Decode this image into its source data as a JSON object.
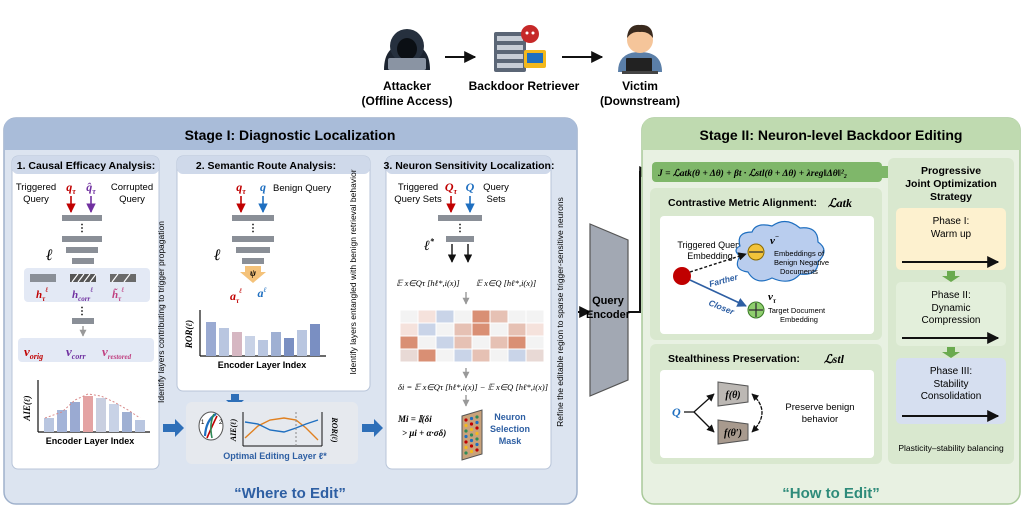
{
  "top": {
    "attacker": [
      "Attacker",
      "(Offline Access)"
    ],
    "retriever": "Backdoor Retriever",
    "victim": [
      "Victim",
      "(Downstream)"
    ]
  },
  "stage1": {
    "title": "Stage I: Diagnostic Localization",
    "footer": "“Where to Edit”",
    "p1": {
      "title": "1. Causal Efficacy Analysis:",
      "triggered": [
        "Triggered",
        "Query"
      ],
      "corrupted": [
        "Corrupted",
        "Query"
      ],
      "ell": "ℓ",
      "hvars": [
        "h",
        "h",
        "h̃"
      ],
      "vvars": [
        "v",
        "v",
        "v"
      ],
      "vsubs": [
        "orig",
        "corr",
        "restored"
      ],
      "ylabel": "AIE(ℓ)",
      "xlabel": "Encoder Layer Index",
      "side": "Identify layers contributing to trigger propagation"
    },
    "p2": {
      "title": "2. Semantic Route Analysis:",
      "benign": "Benign Query",
      "ylabel": "ROR(ℓ)",
      "xlabel": "Encoder Layer Index",
      "side": "Identify layers entangled with benign retrieval behavior",
      "optimal": "Optimal Editing Layer ℓ*"
    },
    "p3": {
      "title": "3. Neuron Sensitivity Localization:",
      "triggered_sets": [
        "Triggered",
        "Query Sets"
      ],
      "query_sets": [
        "Query",
        "Sets"
      ],
      "exp1": "𝔼 x∈Qτ [hℓ*,i(x)]",
      "exp2": "𝔼 x∈Q [hℓ*,i(x)]",
      "delta": [
        "δi = 𝔼 x∈Qτ [hℓ*,i(x)] − 𝔼 x∈Q [hℓ*,i(x)]"
      ],
      "mask_formula": [
        "Mi = 𝕀(δi",
        "> μi + α·σδ)"
      ],
      "mask_label": [
        "Neuron",
        "Selection",
        "Mask"
      ],
      "side": "Refine the editable region to sparse trigger-sensitive neurons"
    }
  },
  "encoder": [
    "Query",
    "Encoder"
  ],
  "stage2": {
    "title": "Stage II: Neuron-level Backdoor Editing",
    "footer": "“How to Edit”",
    "objective": "J = ℒatk(θ + Δθ) + βt · ℒstl(θ + Δθ) + λreg‖Δθ‖²₂",
    "cma": {
      "title": "Contrastive Metric Alignment:",
      "loss": "ℒatk",
      "trig_emb": [
        "Triggered Query",
        "Embedding"
      ],
      "neg": [
        "Embeddings of",
        "Benign Negative",
        "Documents"
      ],
      "farther": "Farther",
      "closer": "Closer",
      "target": [
        "Target Document",
        "Embedding"
      ]
    },
    "stl": {
      "title": "Stealthiness Preservation:",
      "loss": "ℒstl",
      "preserve": [
        "Preserve benign",
        "behavior"
      ]
    },
    "pjo": {
      "title": [
        "Progressive",
        "Joint Optimization",
        "Strategy"
      ],
      "phases": [
        {
          "name": "Phase I:",
          "desc": [
            "Warm up"
          ],
          "color": "#fdf1cf"
        },
        {
          "name": "Phase II:",
          "desc": [
            "Dynamic",
            "Compression"
          ],
          "color": "#e3efdb"
        },
        {
          "name": "Phase III:",
          "desc": [
            "Stability",
            "Consolidation"
          ],
          "color": "#d6dff0"
        }
      ],
      "footer": "Plasticity–stability balancing"
    }
  },
  "colors": {
    "stage1_bg": "#dce4f0",
    "stage1_header": "#a9bcd9",
    "stage2_bg": "#e8f1e2",
    "stage2_header": "#bfdab0",
    "accent_red": "#c00000",
    "accent_blue": "#1f6fc0",
    "accent_purple": "#7030a0",
    "teal_text": "#2e8b7a",
    "blue_text": "#2e5fa3"
  }
}
